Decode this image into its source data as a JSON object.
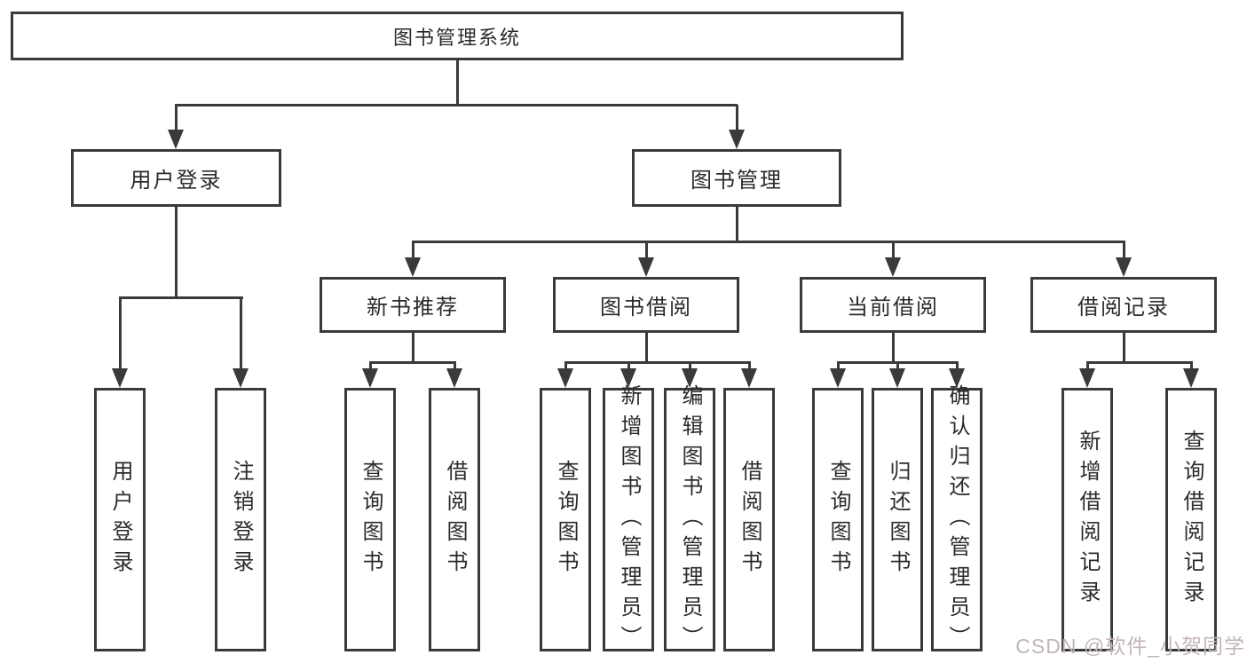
{
  "diagram": {
    "root": "图书管理系统",
    "level1": [
      {
        "label": "用户登录"
      },
      {
        "label": "图书管理"
      }
    ],
    "login_children": [
      "用户登录",
      "注销登录"
    ],
    "groups": [
      {
        "label": "新书推荐",
        "children": [
          "查询图书",
          "借阅图书"
        ]
      },
      {
        "label": "图书借阅",
        "children": [
          "查询图书",
          "新增图书（管理员）",
          "编辑图书（管理员）",
          "借阅图书"
        ]
      },
      {
        "label": "当前借阅",
        "children": [
          "查询图书",
          "归还图书",
          "确认归还（管理员）"
        ]
      },
      {
        "label": "借阅记录",
        "children": [
          "新增借阅记录",
          "查询借阅记录"
        ]
      }
    ]
  },
  "watermark": "CSDN @软件_小贺同学",
  "colors": {
    "line": "#3a3a3a",
    "text": "#2b2b2b",
    "watermark": "#c2b5b5"
  }
}
